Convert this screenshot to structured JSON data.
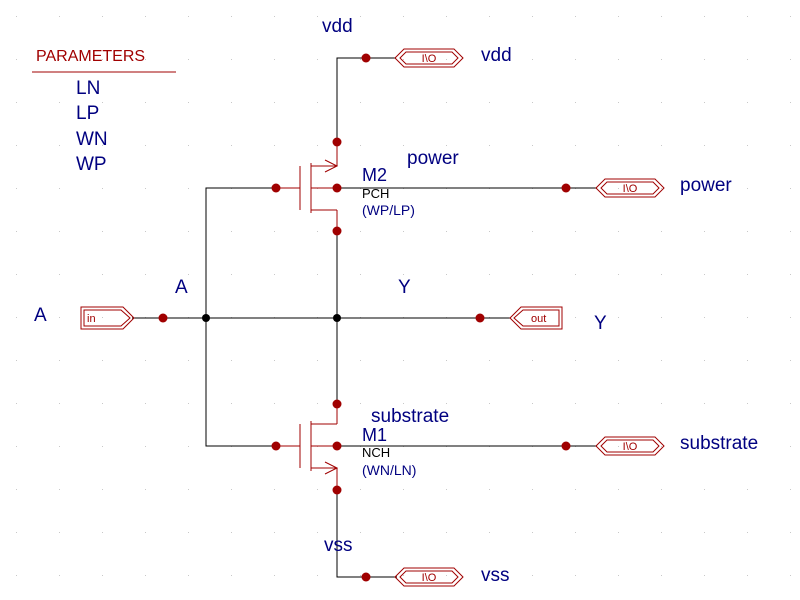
{
  "parameters": {
    "title": "PARAMETERS",
    "items": [
      "LN",
      "LP",
      "WN",
      "WP"
    ]
  },
  "net_labels": {
    "vdd_top": "vdd",
    "vdd_port": "vdd",
    "power_wire": "power",
    "power_port": "power",
    "A_left": "A",
    "A_wire": "A",
    "Y_wire": "Y",
    "Y_port": "Y",
    "substrate_wire": "substrate",
    "substrate_port": "substrate",
    "vss_bottom": "vss",
    "vss_port": "vss"
  },
  "devices": {
    "m2": {
      "name": "M2",
      "model": "PCH",
      "size": "(WP/LP)"
    },
    "m1": {
      "name": "M1",
      "model": "NCH",
      "size": "(WN/LN)"
    }
  },
  "ports": {
    "in": "in",
    "out": "out",
    "io": "I\\O"
  },
  "colors": {
    "wire": "#000000",
    "symbol": "#a00000",
    "pin": "#a00000",
    "label": "#000080",
    "grid": "#c8c8c8"
  }
}
